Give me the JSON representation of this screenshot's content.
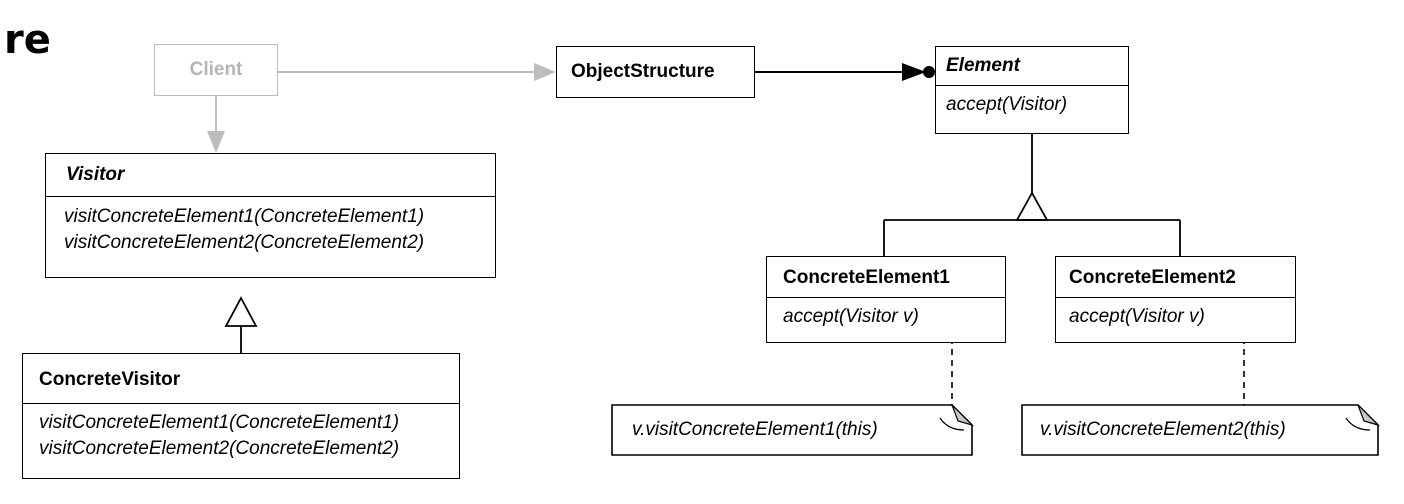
{
  "heading_fragment": "re",
  "classes": {
    "client": {
      "name": "Client"
    },
    "object_structure": {
      "name": "ObjectStructure"
    },
    "element": {
      "name": "Element",
      "operations": [
        "accept(Visitor)"
      ]
    },
    "visitor": {
      "name": "Visitor",
      "operations": [
        "visitConcreteElement1(ConcreteElement1)",
        "visitConcreteElement2(ConcreteElement2)"
      ]
    },
    "concrete_visitor": {
      "name": "ConcreteVisitor",
      "operations": [
        "visitConcreteElement1(ConcreteElement1)",
        "visitConcreteElement2(ConcreteElement2)"
      ]
    },
    "concrete_element1": {
      "name": "ConcreteElement1",
      "operations": [
        "accept(Visitor v)"
      ]
    },
    "concrete_element2": {
      "name": "ConcreteElement2",
      "operations": [
        "accept(Visitor v)"
      ]
    }
  },
  "notes": {
    "note1": "v.visitConcreteElement1(this)",
    "note2": "v.visitConcreteElement2(this)"
  },
  "colors": {
    "line": "#000000",
    "client_gray": "#b5b5b5",
    "note_fold": "#c8c8c8"
  }
}
